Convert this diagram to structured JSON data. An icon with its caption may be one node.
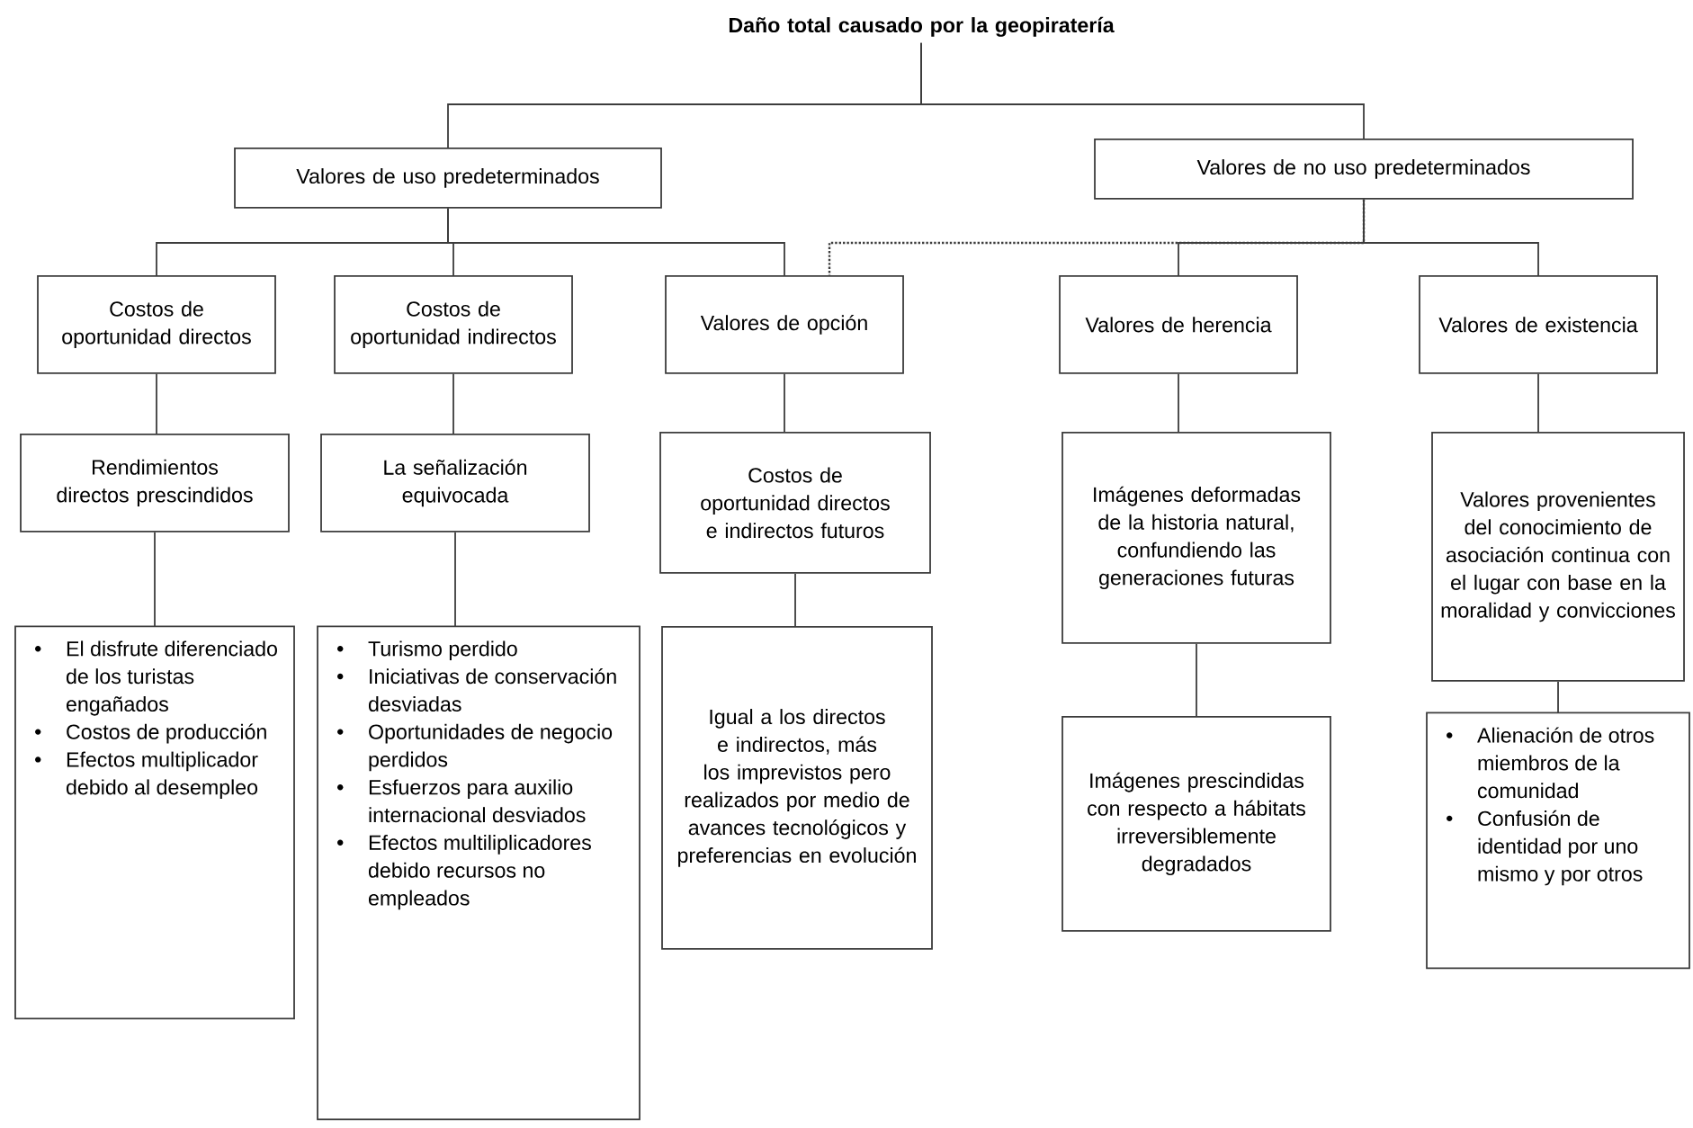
{
  "diagram": {
    "nodes": [
      {
        "text": [
          "Daño total causado por la geopiratería"
        ]
      },
      {
        "text": [
          "Valores de uso predeterminados"
        ]
      },
      {
        "text": [
          "Valores de no uso predeterminados"
        ]
      },
      {
        "text": [
          "Costos de oportunidad directos"
        ]
      },
      {
        "text": [
          "Costos de oportunidad indirectos"
        ]
      },
      {
        "text": [
          "Valores de opción"
        ]
      },
      {
        "text": [
          "Valores de herencia"
        ]
      },
      {
        "text": [
          "Valores de existencia"
        ]
      },
      {
        "text": [
          "Rendimientos directos prescindidos"
        ]
      },
      {
        "text": [
          "La señalización equivocada"
        ]
      },
      {
        "text": [
          "Costos de oportunidad directos e indirectos futuros"
        ]
      },
      {
        "text": [
          "Imágenes deformadas de la historia natural, confundiendo las generaciones futuras"
        ]
      },
      {
        "text": [
          "Valores provenientes del conocimiento de asociación continua con el lugar con base en la moralidad y convicciones"
        ]
      },
      {
        "text": [
          "El disfrute diferenciado de los turistas engañados",
          "Costos de producción",
          "Efectos multiplicador debido al desempleo"
        ]
      },
      {
        "text": [
          "Turismo perdido",
          "Iniciativas de conservación desviadas",
          "Oportunidades de negocio perdidos",
          "Esfuerzos para auxilio internacional desviados",
          "Efectos multiliplicadores debido recursos no empleados"
        ]
      },
      {
        "text": [
          "Igual a los directos e indirectos, más los imprevistos pero realizados por medio de avances tecnológicos y preferencias en evolución"
        ]
      },
      {
        "text": [
          "Imágenes prescindidas con respecto a hábitats irreversiblemente degradados"
        ]
      },
      {
        "text": [
          "Alienación de otros miembros de la comunidad",
          "Confusión de identidad por uno mismo y por otros"
        ]
      }
    ],
    "edges": [
      {
        "from": 0,
        "to": 1,
        "arrow": "none"
      },
      {
        "from": 0,
        "to": 2,
        "arrow": "none"
      },
      {
        "from": 1,
        "to": 3,
        "arrow": "none"
      },
      {
        "from": 1,
        "to": 4,
        "arrow": "none"
      },
      {
        "from": 1,
        "to": 5,
        "arrow": "none"
      },
      {
        "from": 2,
        "to": 5,
        "arrow": "none",
        "style": "dashed"
      },
      {
        "from": 2,
        "to": 6,
        "arrow": "none"
      },
      {
        "from": 2,
        "to": 7,
        "arrow": "none"
      },
      {
        "from": 3,
        "to": 8,
        "arrow": "none"
      },
      {
        "from": 4,
        "to": 9,
        "arrow": "none"
      },
      {
        "from": 5,
        "to": 10,
        "arrow": "none"
      },
      {
        "from": 6,
        "to": 11,
        "arrow": "none"
      },
      {
        "from": 7,
        "to": 12,
        "arrow": "none"
      },
      {
        "from": 8,
        "to": 13,
        "arrow": "none"
      },
      {
        "from": 9,
        "to": 14,
        "arrow": "none"
      },
      {
        "from": 10,
        "to": 15,
        "arrow": "none"
      },
      {
        "from": 11,
        "to": 16,
        "arrow": "none"
      },
      {
        "from": 12,
        "to": 17,
        "arrow": "none"
      }
    ]
  }
}
